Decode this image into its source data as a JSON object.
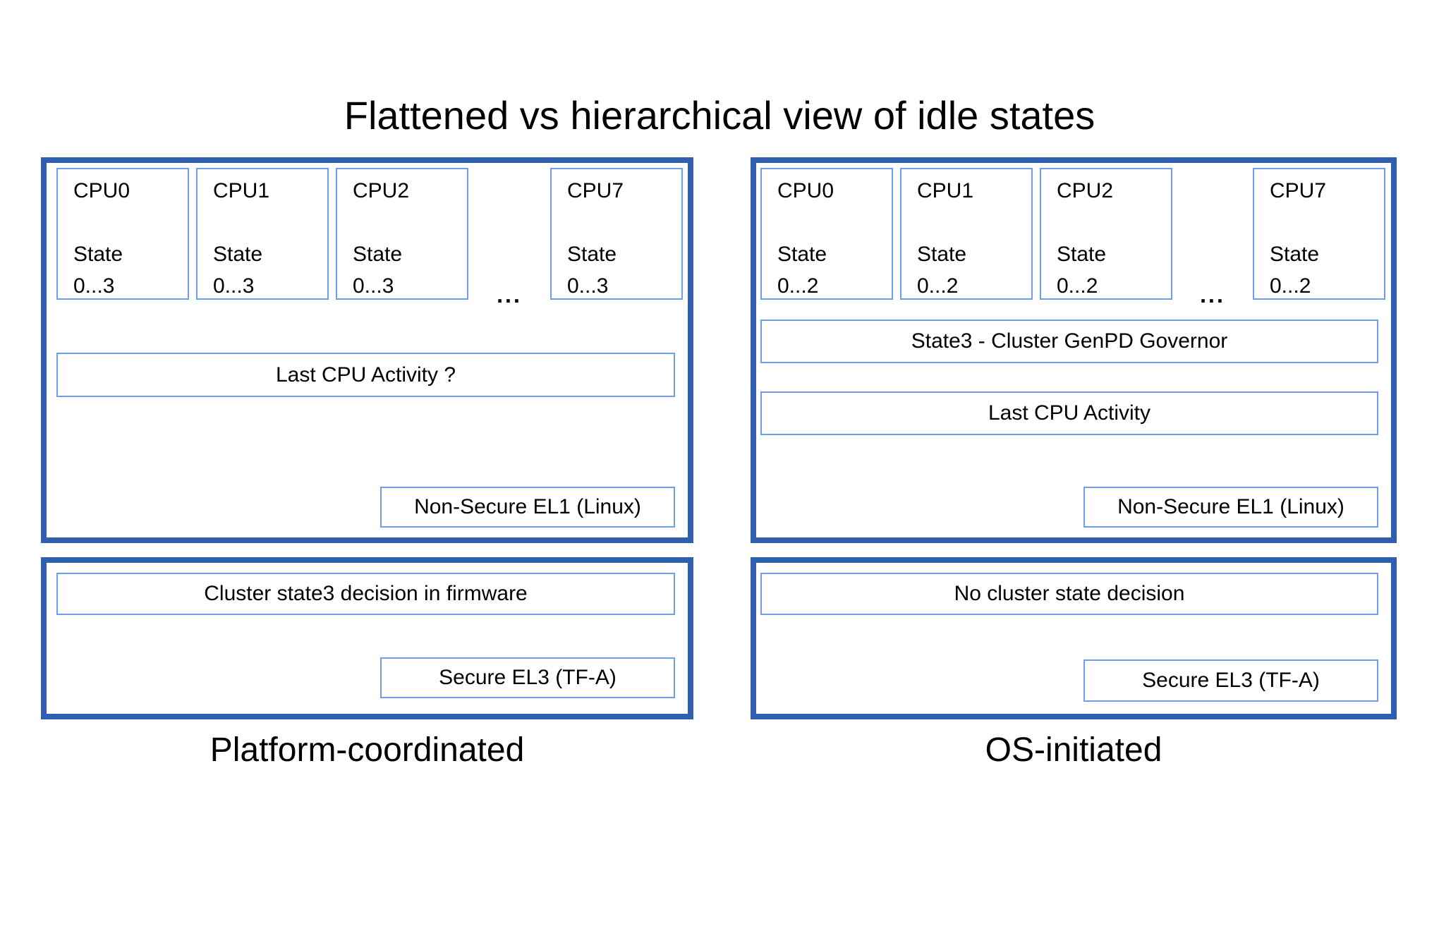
{
  "title": "Flattened vs hierarchical view of idle states",
  "colors": {
    "outer_border": "#2f5fae",
    "inner_border": "#6d9eeb",
    "text": "#000000",
    "background": "#ffffff"
  },
  "panels": [
    {
      "label": "Platform-coordinated",
      "ellipsis": "...",
      "cpus": [
        {
          "name": "CPU0",
          "state_label": "State",
          "state_range": "0...3"
        },
        {
          "name": "CPU1",
          "state_label": "State",
          "state_range": "0...3"
        },
        {
          "name": "CPU2",
          "state_label": "State",
          "state_range": "0...3"
        },
        {
          "name": "CPU7",
          "state_label": "State",
          "state_range": "0...3"
        }
      ],
      "kernel_bars": [
        "Last CPU Activity ?"
      ],
      "el1_box": "Non-Secure EL1 (Linux)",
      "firmware_bar": "Cluster state3 decision in firmware",
      "el3_box": "Secure EL3 (TF-A)"
    },
    {
      "label": "OS-initiated",
      "ellipsis": "...",
      "cpus": [
        {
          "name": "CPU0",
          "state_label": "State",
          "state_range": "0...2"
        },
        {
          "name": "CPU1",
          "state_label": "State",
          "state_range": "0...2"
        },
        {
          "name": "CPU2",
          "state_label": "State",
          "state_range": "0...2"
        },
        {
          "name": "CPU7",
          "state_label": "State",
          "state_range": "0...2"
        }
      ],
      "kernel_bars": [
        "State3 - Cluster GenPD Governor",
        "Last CPU Activity"
      ],
      "el1_box": "Non-Secure EL1 (Linux)",
      "firmware_bar": "No cluster state decision",
      "el3_box": "Secure EL3 (TF-A)"
    }
  ]
}
